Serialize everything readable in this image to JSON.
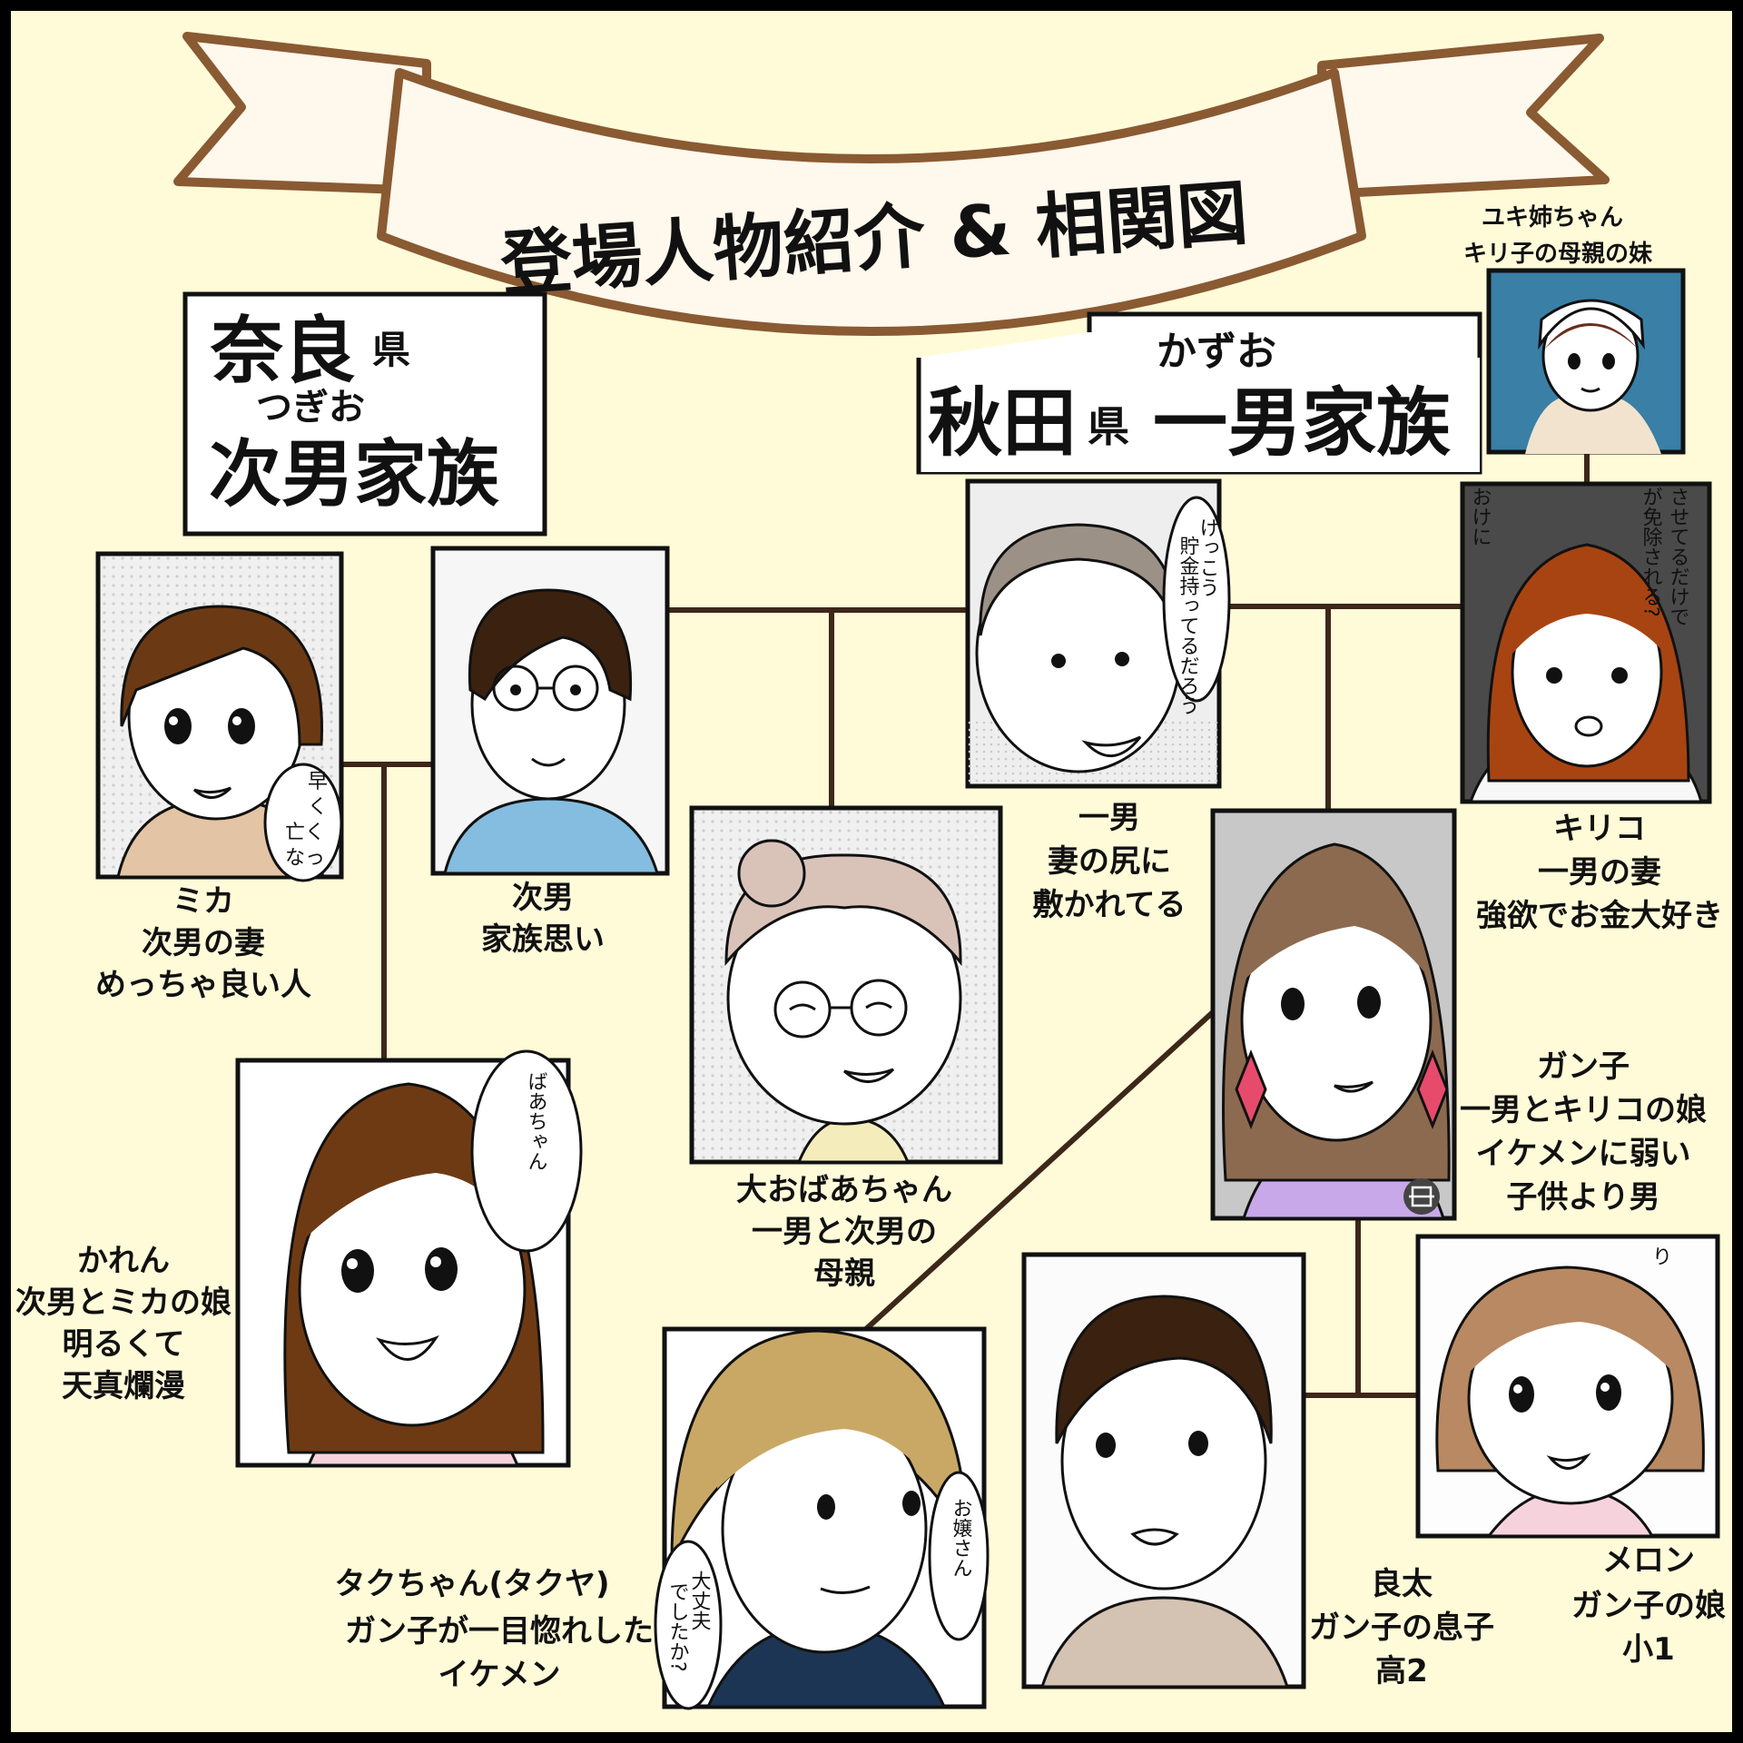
{
  "banner": {
    "title": "登場人物紹介 & 相関図"
  },
  "families": {
    "nara": {
      "pref": "奈良",
      "pref_suffix": "県",
      "reading": "つぎお",
      "name": "次男家族"
    },
    "akita": {
      "reading": "かずお",
      "pref": "秋田",
      "pref_suffix": "県",
      "name": "一男家族"
    }
  },
  "characters": [
    {
      "id": "mika",
      "lines": [
        "ミカ",
        "次男の妻",
        "めっちゃ良い人"
      ],
      "bubble": [
        "早",
        "く",
        "亡く",
        "なっ"
      ]
    },
    {
      "id": "jinan",
      "lines": [
        "次男",
        "家族思い"
      ]
    },
    {
      "id": "great-grandma",
      "lines": [
        "大おばあちゃん",
        "一男と次男の",
        "母親"
      ]
    },
    {
      "id": "kazuo",
      "lines": [
        "一男",
        "妻の尻に",
        "敷かれてる"
      ],
      "bubble": [
        "けっこう",
        "貯金持ってるだろう"
      ]
    },
    {
      "id": "kiriko",
      "lines": [
        "キリコ",
        "一男の妻",
        "強欲でお金大好き"
      ],
      "bubble": [
        "させてるだけで",
        "が免除される?",
        "おけに"
      ]
    },
    {
      "id": "yuki",
      "lines": [
        "ユキ姉ちゃん",
        "キリ子の母親の妹"
      ]
    },
    {
      "id": "ganko",
      "lines": [
        "ガン子",
        "一男とキリコの娘",
        "イケメンに弱い",
        "子供より男"
      ]
    },
    {
      "id": "karen",
      "lines": [
        "かれん",
        "次男とミカの娘",
        "明るくて",
        "天真爛漫"
      ],
      "bubble": [
        "ばあちゃん"
      ]
    },
    {
      "id": "takuya",
      "lines": [
        "タクちゃん(タクヤ)",
        "ガン子が一目惚れした",
        "イケメン"
      ],
      "bubble_left": [
        "大丈夫",
        "でしたか?"
      ],
      "bubble_right": [
        "お嬢さん"
      ]
    },
    {
      "id": "ryota",
      "lines": [
        "良太",
        "ガン子の息子",
        "高2"
      ]
    },
    {
      "id": "melon",
      "lines": [
        "メロン",
        "ガン子の娘",
        "小1"
      ],
      "bubble": [
        "り"
      ]
    }
  ],
  "colors": {
    "background": "#fffbd9",
    "line": "#3d2719",
    "ribbon": "#8a5a32",
    "ribbon_fill": "#fff8ec"
  },
  "icons": [
    "ribbon-banner-icon",
    "scan-icon"
  ]
}
